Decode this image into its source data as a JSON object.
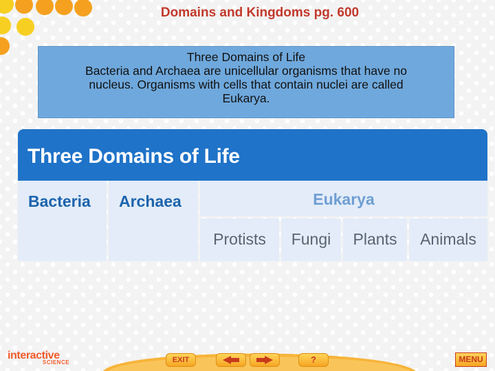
{
  "header": {
    "title": "Domains and Kingdoms pg. 600"
  },
  "info_box": {
    "heading": "Three Domains of Life",
    "line1": "Bacteria and Archaea are unicellular organisms that have no",
    "line2": "nucleus. Organisms with cells that contain nuclei are called",
    "line3": "Eukarya."
  },
  "chart": {
    "title": "Three Domains of Life",
    "domains": {
      "bacteria": "Bacteria",
      "archaea": "Archaea",
      "eukarya": "Eukarya"
    },
    "kingdoms": [
      "Protists",
      "Fungi",
      "Plants",
      "Animals"
    ]
  },
  "footer": {
    "logo": "interactive",
    "logo_sub": "SCIENCE",
    "exit_label": "EXIT",
    "help_label": "?",
    "menu_label": "MENU"
  },
  "colors": {
    "title": "#c2392b",
    "info_box_bg": "#6fa8dc",
    "chart_header": "#1f73c8",
    "cell_bg": "#e3ecf8",
    "domain_text": "#1c64ad",
    "kingdom_text": "#596472",
    "button_orange": "#f6a623"
  }
}
